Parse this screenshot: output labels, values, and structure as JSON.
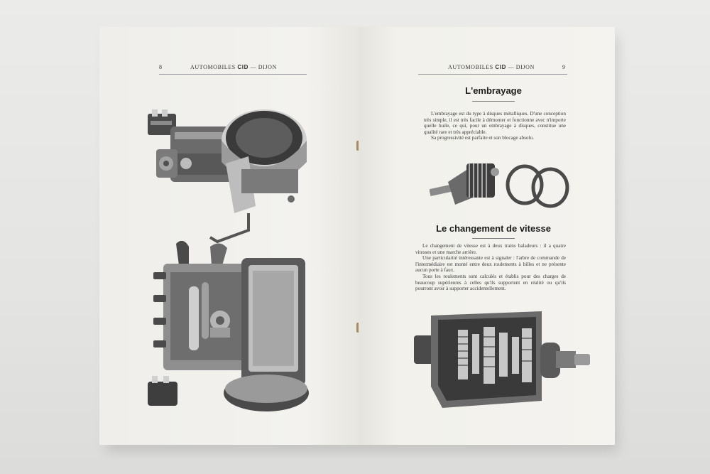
{
  "left_page": {
    "page_number": "8",
    "running_head_pre": "AUTOMOBILES",
    "running_head_brand": "CID",
    "running_head_post": "— DIJON"
  },
  "right_page": {
    "page_number": "9",
    "running_head_pre": "AUTOMOBILES",
    "running_head_brand": "CID",
    "running_head_post": "— DIJON",
    "sections": [
      {
        "title": "L'embrayage",
        "paragraphs": [
          "L'embrayage est du type à disques métalliques. D'une conception très simple, il est très facile à démonter et fonctionne avec n'importe quelle huile, ce qui, pour un embrayage à disques, constitue une qualité rare et très appréciable.",
          "Sa progressivité est parfaite et son blocage absolu."
        ]
      },
      {
        "title": "Le changement de vitesse",
        "paragraphs": [
          "Le changement de vitesse est à deux trains baladeurs : il a quatre vitesses et une marche arrière.",
          "Une particularité intéressante est à signaler : l'arbre de commande de l'intermédiaire est monté entre deux roulements à billes et ne présente aucun porte à faux.",
          "Tous les roulements sont calculés et établis pour des charges de beaucoup supérieures à celles qu'ils supportent en réalité ou qu'ils pourront avoir à supporter accidentellement."
        ]
      }
    ]
  }
}
